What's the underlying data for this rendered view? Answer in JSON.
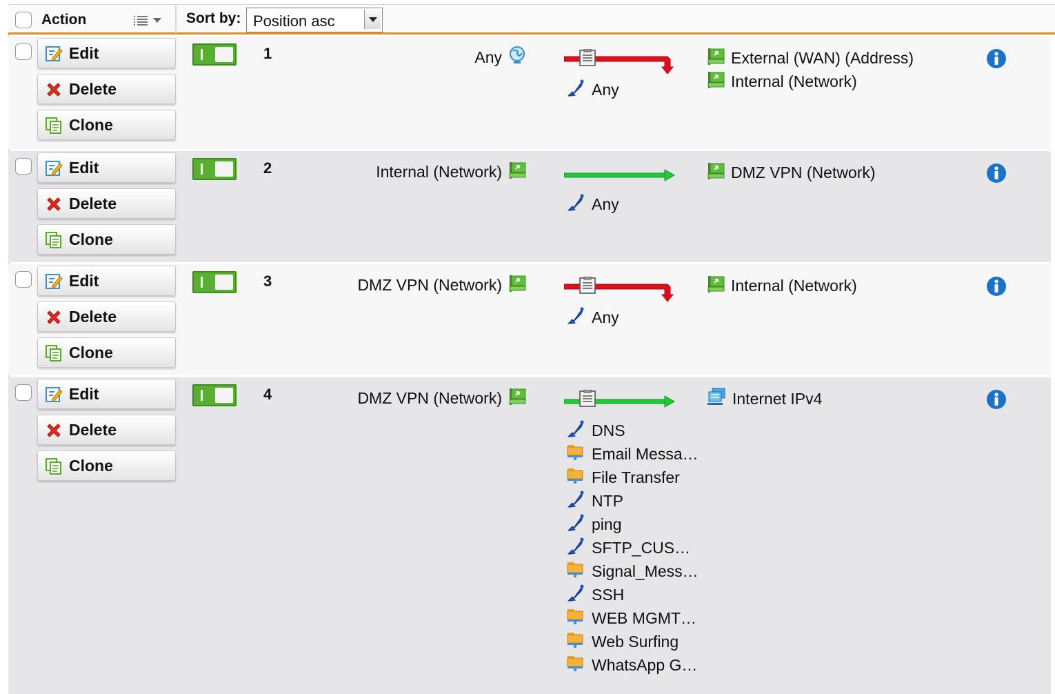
{
  "header": {
    "action_label": "Action",
    "sort_label": "Sort by:",
    "sort_value": "Position asc"
  },
  "colors": {
    "accent_orange": "#ee8a1c",
    "enabled_green": "#58b030",
    "allow_arrow": "#22c93a",
    "deny_arrow": "#e0101a",
    "info_blue": "#1a73c9"
  },
  "row_actions": {
    "edit": "Edit",
    "delete": "Delete",
    "clone": "Clone"
  },
  "rules": [
    {
      "position": "1",
      "source": "Any",
      "source_icon": "globe-icon",
      "action": "deny",
      "logging": true,
      "services": [
        {
          "name": "Any",
          "icon": "service-icon"
        }
      ],
      "destinations": [
        {
          "name": "External (WAN) (Address)",
          "icon": "network-flag-icon"
        },
        {
          "name": "Internal (Network)",
          "icon": "network-flag-icon"
        }
      ]
    },
    {
      "position": "2",
      "source": "Internal (Network)",
      "source_icon": "network-flag-icon",
      "action": "allow",
      "logging": false,
      "services": [
        {
          "name": "Any",
          "icon": "service-icon"
        }
      ],
      "destinations": [
        {
          "name": "DMZ VPN (Network)",
          "icon": "network-flag-icon"
        }
      ]
    },
    {
      "position": "3",
      "source": "DMZ VPN (Network)",
      "source_icon": "network-flag-icon",
      "action": "deny",
      "logging": true,
      "services": [
        {
          "name": "Any",
          "icon": "service-icon"
        }
      ],
      "destinations": [
        {
          "name": "Internal (Network)",
          "icon": "network-flag-icon"
        }
      ]
    },
    {
      "position": "4",
      "source": "DMZ VPN (Network)",
      "source_icon": "network-flag-icon",
      "action": "allow",
      "logging": true,
      "services": [
        {
          "name": "DNS",
          "icon": "service-icon"
        },
        {
          "name": "Email Messa…",
          "icon": "service-group-icon"
        },
        {
          "name": "File Transfer",
          "icon": "service-group-icon"
        },
        {
          "name": "NTP",
          "icon": "service-icon"
        },
        {
          "name": "ping",
          "icon": "service-icon"
        },
        {
          "name": "SFTP_CUS…",
          "icon": "service-icon"
        },
        {
          "name": "Signal_Mess…",
          "icon": "service-group-icon"
        },
        {
          "name": "SSH",
          "icon": "service-icon"
        },
        {
          "name": "WEB MGMT…",
          "icon": "service-group-icon"
        },
        {
          "name": "Web Surfing",
          "icon": "service-group-icon"
        },
        {
          "name": "WhatsApp G…",
          "icon": "service-group-icon"
        }
      ],
      "destinations": [
        {
          "name": "Internet IPv4",
          "icon": "internet-ipv4-icon"
        }
      ]
    }
  ]
}
